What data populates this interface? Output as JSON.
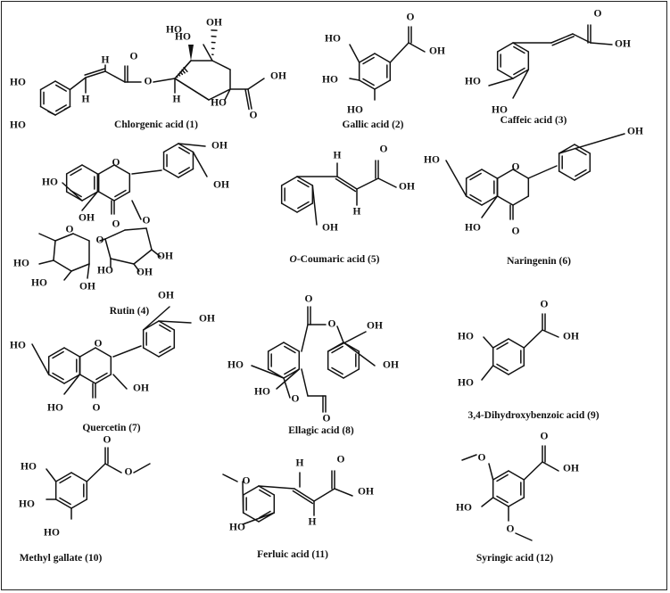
{
  "figure": {
    "compounds": [
      {
        "id": "c1",
        "name": "Chlorgenic acid (1)"
      },
      {
        "id": "c2",
        "name": "Gallic acid (2)"
      },
      {
        "id": "c3",
        "name": "Caffeic acid (3)"
      },
      {
        "id": "c4",
        "name": "Rutin (4)"
      },
      {
        "id": "c5",
        "prefix": "O",
        "name": "-Coumaric  acid (5)"
      },
      {
        "id": "c6",
        "name": "Naringenin (6)"
      },
      {
        "id": "c7",
        "name": "Quercetin (7)"
      },
      {
        "id": "c8",
        "name": "Ellagic acid (8)"
      },
      {
        "id": "c9",
        "name": "3,4-Dihydroxybenzoic acid (9)"
      },
      {
        "id": "c10",
        "name": "Methyl gallate (10)"
      },
      {
        "id": "c11",
        "name": "Ferluic acid (11)"
      },
      {
        "id": "c12",
        "name": "Syringic acid (12)"
      }
    ],
    "atom_labels": {
      "hydroxyl": "OH",
      "hydroxyl_left": "HO",
      "oxygen": "O",
      "hydrogen": "H"
    }
  }
}
